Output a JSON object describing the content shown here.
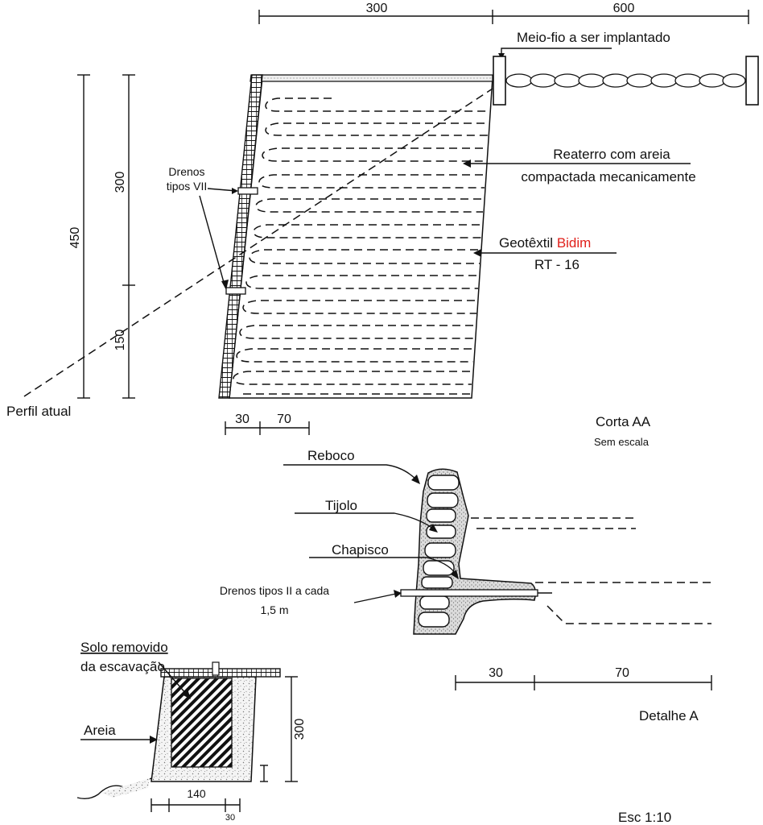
{
  "dimensions": {
    "top_left": "300",
    "top_right": "600",
    "height_total": "450",
    "height_upper": "300",
    "height_lower": "150",
    "base_a": "30",
    "base_b": "70",
    "detail_a": "30",
    "detail_b": "70",
    "trench_height": "300",
    "trench_width": "140",
    "trench_small": "30"
  },
  "labels": {
    "curb": "Meio-fio a ser implantado",
    "backfill_line1": "Reaterro com areia",
    "backfill_line2": "compactada mecanicamente",
    "geotextile_prefix": "Geotêxtil ",
    "geotextile_brand": "Bidim",
    "geotextile_model": "RT - 16",
    "drains_line1": "Drenos",
    "drains_line2": "tipos VII",
    "current_profile": "Perfil atual",
    "section_title": "Corta AA",
    "section_scale": "Sem escala",
    "render": "Reboco",
    "brick": "Tijolo",
    "roughcast": "Chapisco",
    "drain_detail_line1": "Drenos tipos II a cada",
    "drain_detail_line2": "1,5 m",
    "detail_title": "Detalhe A",
    "soil_line1": "Solo removido",
    "soil_line2": "da escavação",
    "sand": "Areia",
    "scale": "Esc 1:10"
  },
  "colors": {
    "ink": "#111111",
    "brand": "#e0201b"
  }
}
